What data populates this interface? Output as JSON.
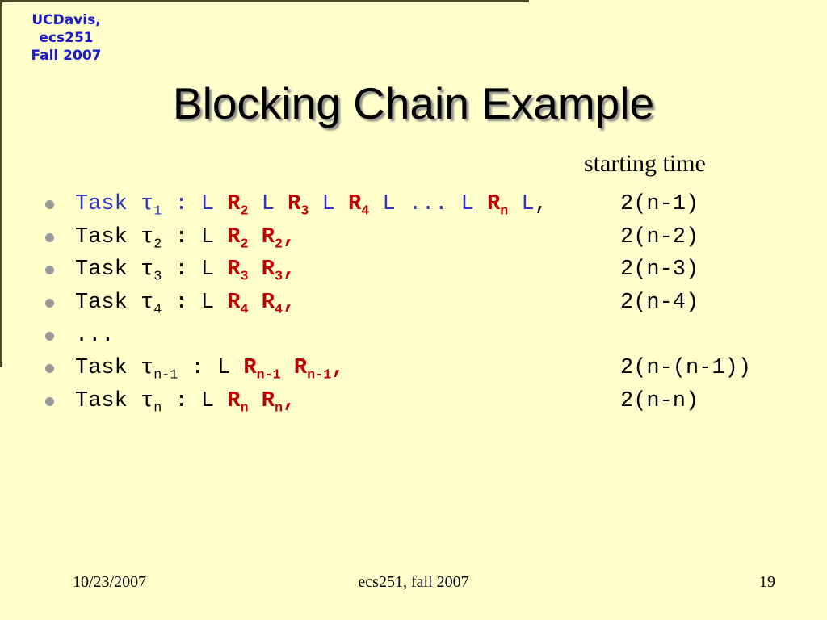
{
  "colors": {
    "background": "#FFFFCC",
    "task_red": "#C00000",
    "task_blue": "#3333CC",
    "corner_blue": "#1A1ACC",
    "bullet_gray": "#999999",
    "edge_border": "#4B4B28",
    "title_shadow": "#8F8F8F"
  },
  "corner": {
    "line1": "UCDavis, ecs251",
    "line2": "Fall 2007"
  },
  "title": "Blocking Chain Example",
  "column_header": "starting time",
  "bullets": [
    {
      "time": "2(n-1)",
      "segments": [
        {
          "t": "Task τ",
          "c": "blue"
        },
        {
          "t": "1",
          "c": "blue",
          "sub": true
        },
        {
          "t": " : L ",
          "c": "blue"
        },
        {
          "t": "R",
          "c": "red",
          "b": true
        },
        {
          "t": "2",
          "c": "red",
          "b": true,
          "sub": true
        },
        {
          "t": " L ",
          "c": "blue"
        },
        {
          "t": "R",
          "c": "red",
          "b": true
        },
        {
          "t": "3",
          "c": "red",
          "b": true,
          "sub": true
        },
        {
          "t": " L ",
          "c": "blue"
        },
        {
          "t": "R",
          "c": "red",
          "b": true
        },
        {
          "t": "4",
          "c": "red",
          "b": true,
          "sub": true
        },
        {
          "t": " L ... L ",
          "c": "blue"
        },
        {
          "t": "R",
          "c": "red",
          "b": true
        },
        {
          "t": "n",
          "c": "red",
          "b": true,
          "sub": true
        },
        {
          "t": " L",
          "c": "blue"
        },
        {
          "t": ",",
          "c": "black"
        }
      ]
    },
    {
      "time": "2(n-2)",
      "segments": [
        {
          "t": "Task τ",
          "c": "black"
        },
        {
          "t": "2",
          "c": "black",
          "sub": true
        },
        {
          "t": " : L ",
          "c": "black"
        },
        {
          "t": "R",
          "c": "red",
          "b": true
        },
        {
          "t": "2",
          "c": "red",
          "b": true,
          "sub": true
        },
        {
          "t": " ",
          "c": "black"
        },
        {
          "t": "R",
          "c": "red",
          "b": true
        },
        {
          "t": "2",
          "c": "red",
          "b": true,
          "sub": true
        },
        {
          "t": ",",
          "c": "red",
          "b": true
        }
      ]
    },
    {
      "time": "2(n-3)",
      "segments": [
        {
          "t": "Task τ",
          "c": "black"
        },
        {
          "t": "3",
          "c": "black",
          "sub": true
        },
        {
          "t": " : L ",
          "c": "black"
        },
        {
          "t": "R",
          "c": "red",
          "b": true
        },
        {
          "t": "3",
          "c": "red",
          "b": true,
          "sub": true
        },
        {
          "t": " ",
          "c": "black"
        },
        {
          "t": "R",
          "c": "red",
          "b": true
        },
        {
          "t": "3",
          "c": "red",
          "b": true,
          "sub": true
        },
        {
          "t": ",",
          "c": "red",
          "b": true
        }
      ]
    },
    {
      "time": "2(n-4)",
      "segments": [
        {
          "t": "Task τ",
          "c": "black"
        },
        {
          "t": "4",
          "c": "black",
          "sub": true
        },
        {
          "t": " : L ",
          "c": "black"
        },
        {
          "t": "R",
          "c": "red",
          "b": true
        },
        {
          "t": "4",
          "c": "red",
          "b": true,
          "sub": true
        },
        {
          "t": " ",
          "c": "black"
        },
        {
          "t": "R",
          "c": "red",
          "b": true
        },
        {
          "t": "4",
          "c": "red",
          "b": true,
          "sub": true
        },
        {
          "t": ",",
          "c": "red",
          "b": true
        }
      ]
    },
    {
      "time": "",
      "segments": [
        {
          "t": "...",
          "c": "black"
        }
      ]
    },
    {
      "time": "2(n-(n-1))",
      "segments": [
        {
          "t": "Task τ",
          "c": "black"
        },
        {
          "t": "n-1",
          "c": "black",
          "sub": true
        },
        {
          "t": " : L ",
          "c": "black"
        },
        {
          "t": "R",
          "c": "red",
          "b": true
        },
        {
          "t": "n-1",
          "c": "red",
          "b": true,
          "sub": true
        },
        {
          "t": " ",
          "c": "black"
        },
        {
          "t": "R",
          "c": "red",
          "b": true
        },
        {
          "t": "n-1",
          "c": "red",
          "b": true,
          "sub": true
        },
        {
          "t": ",",
          "c": "red",
          "b": true
        }
      ]
    },
    {
      "time": "2(n-n)",
      "segments": [
        {
          "t": "Task τ",
          "c": "black"
        },
        {
          "t": "n",
          "c": "black",
          "sub": true
        },
        {
          "t": " : L ",
          "c": "black"
        },
        {
          "t": "R",
          "c": "red",
          "b": true
        },
        {
          "t": "n",
          "c": "red",
          "b": true,
          "sub": true
        },
        {
          "t": " ",
          "c": "black"
        },
        {
          "t": "R",
          "c": "red",
          "b": true
        },
        {
          "t": "n",
          "c": "red",
          "b": true,
          "sub": true
        },
        {
          "t": ",",
          "c": "red",
          "b": true
        }
      ]
    }
  ],
  "footer": {
    "date": "10/23/2007",
    "course": "ecs251, fall 2007",
    "page": "19"
  }
}
